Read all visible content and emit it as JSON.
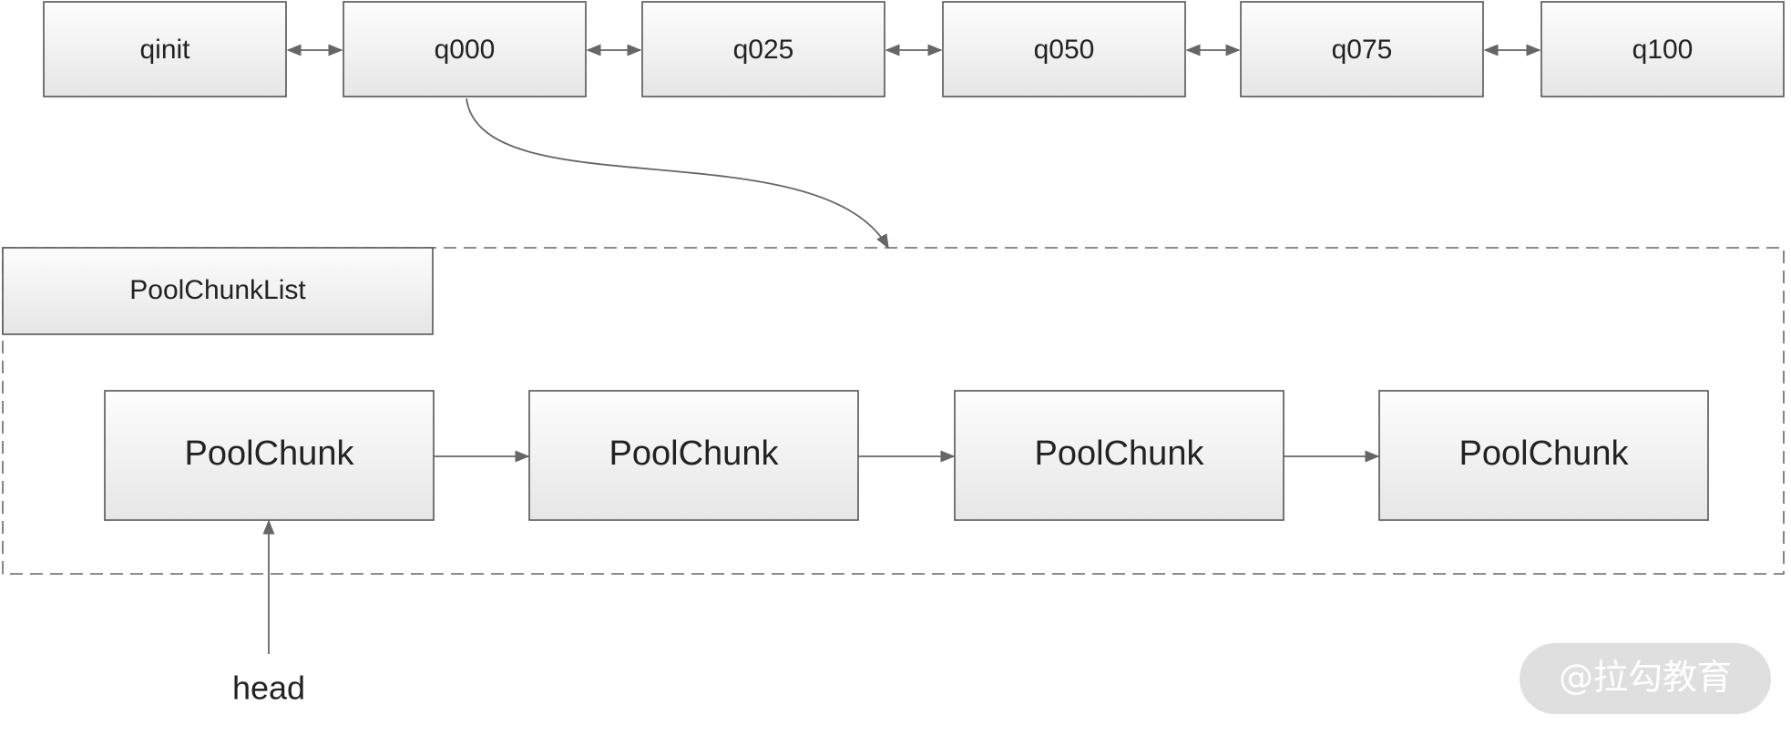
{
  "queues": [
    {
      "id": "qinit",
      "label": "qinit"
    },
    {
      "id": "q000",
      "label": "q000"
    },
    {
      "id": "q025",
      "label": "q025"
    },
    {
      "id": "q050",
      "label": "q050"
    },
    {
      "id": "q075",
      "label": "q075"
    },
    {
      "id": "q100",
      "label": "q100"
    }
  ],
  "queue_links": [
    {
      "from": "qinit",
      "to": "q000",
      "direction": "both"
    },
    {
      "from": "q000",
      "to": "q025",
      "direction": "both"
    },
    {
      "from": "q025",
      "to": "q050",
      "direction": "both"
    },
    {
      "from": "q050",
      "to": "q075",
      "direction": "both"
    },
    {
      "from": "q075",
      "to": "q100",
      "direction": "both"
    }
  ],
  "expansion": {
    "from": "q000",
    "to": "container"
  },
  "container": {
    "label": "PoolChunkList",
    "chunks": [
      {
        "label": "PoolChunk"
      },
      {
        "label": "PoolChunk"
      },
      {
        "label": "PoolChunk"
      },
      {
        "label": "PoolChunk"
      }
    ]
  },
  "head": {
    "label": "head",
    "points_to_chunk": 0
  },
  "watermark": {
    "text": "@拉勾教育"
  },
  "colors": {
    "box_top": "#fdfdfd",
    "box_bottom": "#e6e6e6",
    "stroke": "#555555",
    "connector": "#666666"
  }
}
